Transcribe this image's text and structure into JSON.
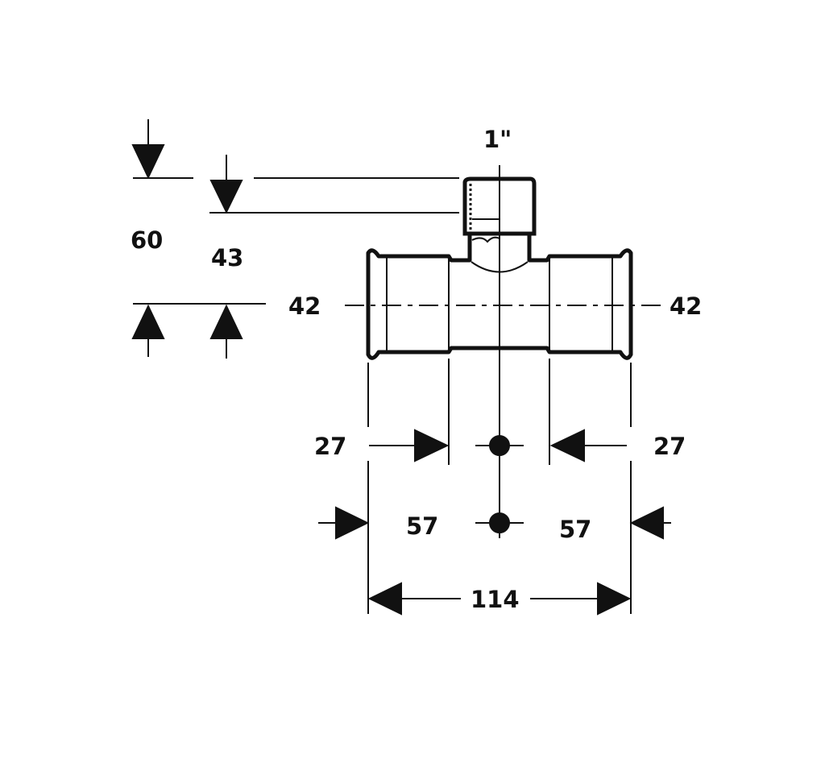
{
  "title": "Press tee with female thread branch dimensions",
  "labels": {
    "thread_size": "1\"",
    "height_total": "60",
    "height_branch": "43",
    "diameter_left": "42",
    "diameter_right": "42",
    "insertion_left": "27",
    "insertion_right": "27",
    "half_length_left": "57",
    "half_length_right": "57",
    "total_length": "114"
  },
  "colors": {
    "line": "#111111",
    "background": "#ffffff"
  }
}
